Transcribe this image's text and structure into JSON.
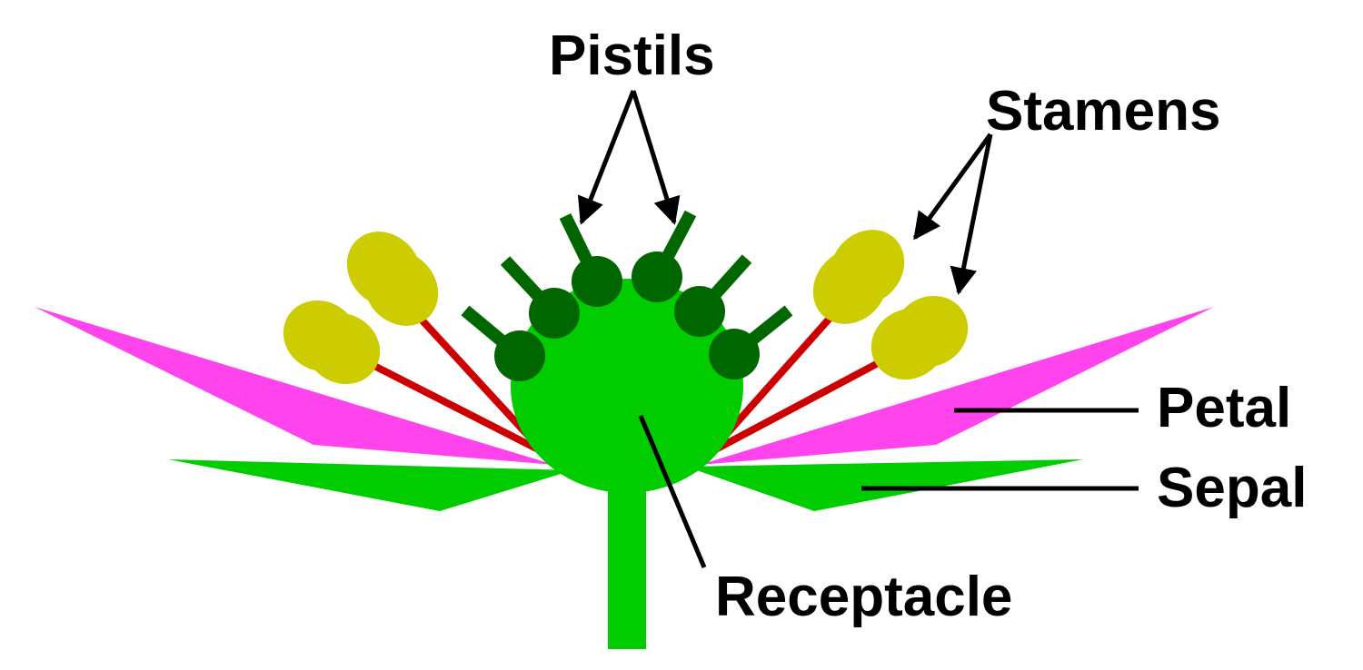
{
  "labels": {
    "pistils": "Pistils",
    "stamens": "Stamens",
    "petal": "Petal",
    "sepal": "Sepal",
    "receptacle": "Receptacle"
  },
  "colors": {
    "petal": "#ff44ee",
    "sepal": "#00cc00",
    "receptacle": "#00cc00",
    "stem": "#00cc00",
    "pistil": "#006600",
    "filament": "#cc0000",
    "anther": "#cccc00",
    "text": "#000000",
    "background": "#ffffff"
  }
}
